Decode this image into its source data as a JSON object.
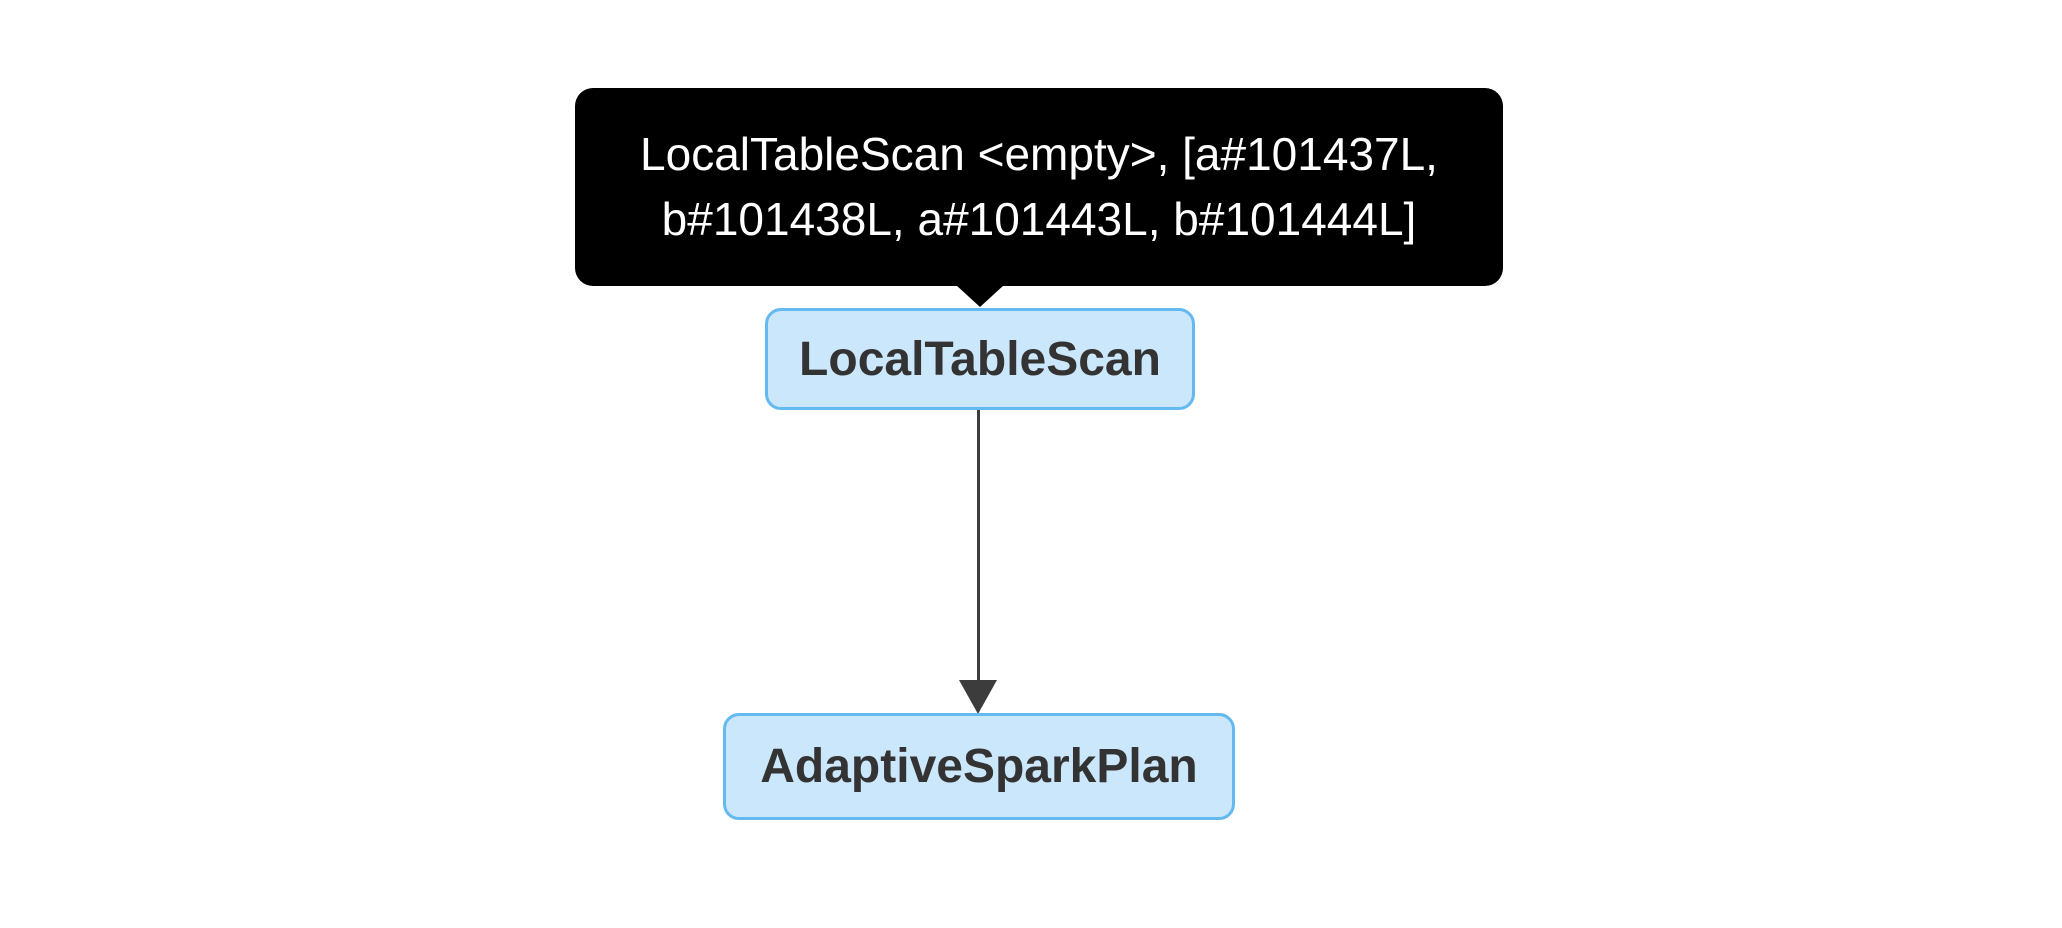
{
  "diagram": {
    "kind": "spark-sql-plan-dag",
    "tooltip": {
      "full_text": "LocalTableScan <empty>, [a#101437L, b#101438L, a#101443L, b#101444L]",
      "lines": [
        "LocalTableScan <empty>, [a#101437L,",
        "b#101438L, a#101443L, b#101444L]"
      ]
    },
    "nodes": [
      {
        "label": "LocalTableScan"
      },
      {
        "label": "AdaptiveSparkPlan"
      }
    ],
    "edges": [
      {
        "from": "LocalTableScan",
        "to": "AdaptiveSparkPlan"
      }
    ],
    "colors": {
      "background": "#ffffff",
      "tooltip_bg": "#000000",
      "tooltip_text": "#ffffff",
      "node_fill": "#cbe7fb",
      "node_border": "#64b9f0",
      "node_text": "#333333",
      "edge": "#3c3c3c"
    }
  }
}
